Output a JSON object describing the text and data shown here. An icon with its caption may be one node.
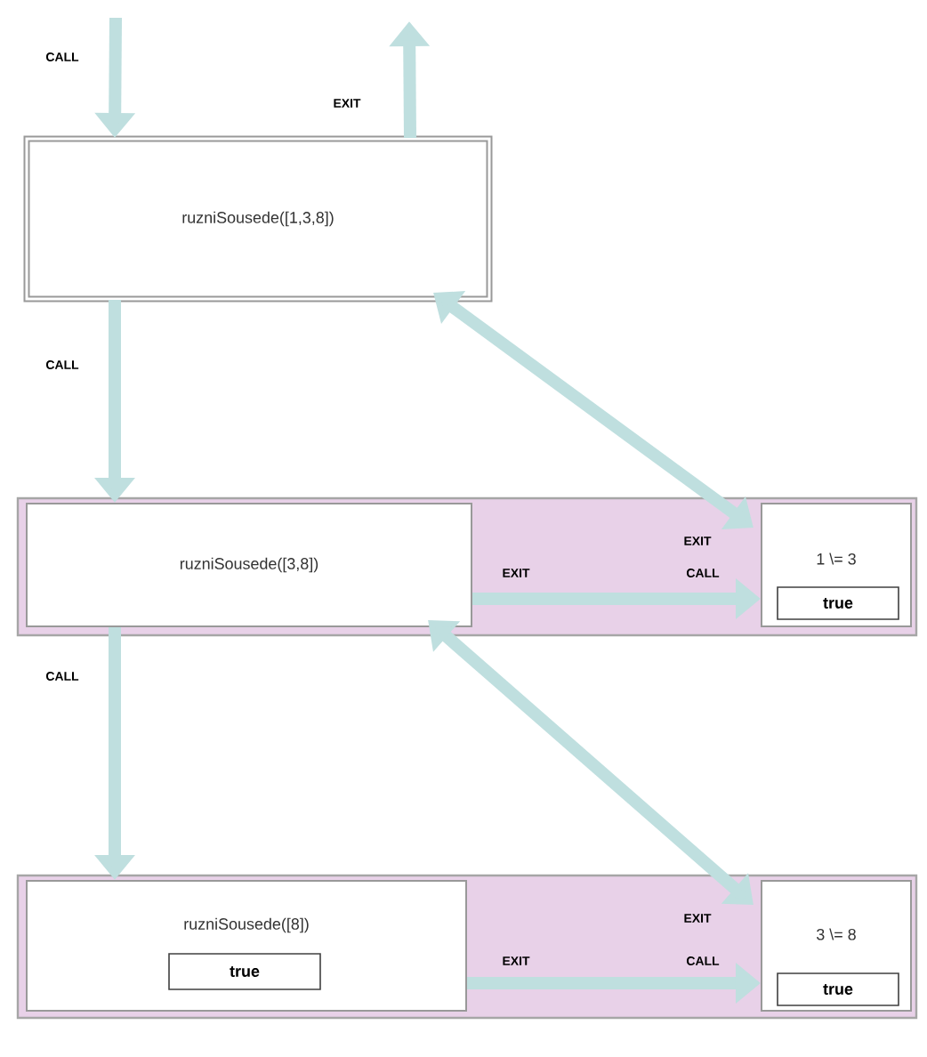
{
  "diagram": {
    "nodes": [
      {
        "text": [
          "ruzniSousede([1,3,8])"
        ]
      },
      {
        "text": [
          "EXIT",
          "EXIT",
          "CALL"
        ]
      },
      {
        "text": [
          "ruzniSousede([3,8])"
        ],
        "in": 1
      },
      {
        "text": [
          "1 \\= 3"
        ],
        "in": 1
      },
      {
        "text": [
          "true"
        ],
        "in": 3
      },
      {
        "text": [
          "EXIT",
          "EXIT",
          "CALL"
        ]
      },
      {
        "text": [
          "ruzniSousede([8])"
        ],
        "in": 5
      },
      {
        "text": [
          "true"
        ],
        "in": 6
      },
      {
        "text": [
          "3 \\= 8"
        ],
        "in": 5
      },
      {
        "text": [
          "true"
        ],
        "in": 8
      }
    ],
    "edges": [
      {
        "from": null,
        "to": 0,
        "arrow": "to",
        "label": "CALL"
      },
      {
        "from": 0,
        "to": null,
        "arrow": "to",
        "label": "EXIT"
      },
      {
        "from": 0,
        "to": 2,
        "arrow": "to",
        "label": "CALL"
      },
      {
        "from": 3,
        "to": 0,
        "arrow": "both"
      },
      {
        "from": 2,
        "to": 3,
        "arrow": "to"
      },
      {
        "from": 2,
        "to": 6,
        "arrow": "to",
        "label": "CALL"
      },
      {
        "from": 8,
        "to": 2,
        "arrow": "both"
      },
      {
        "from": 6,
        "to": 8,
        "arrow": "to"
      }
    ]
  }
}
